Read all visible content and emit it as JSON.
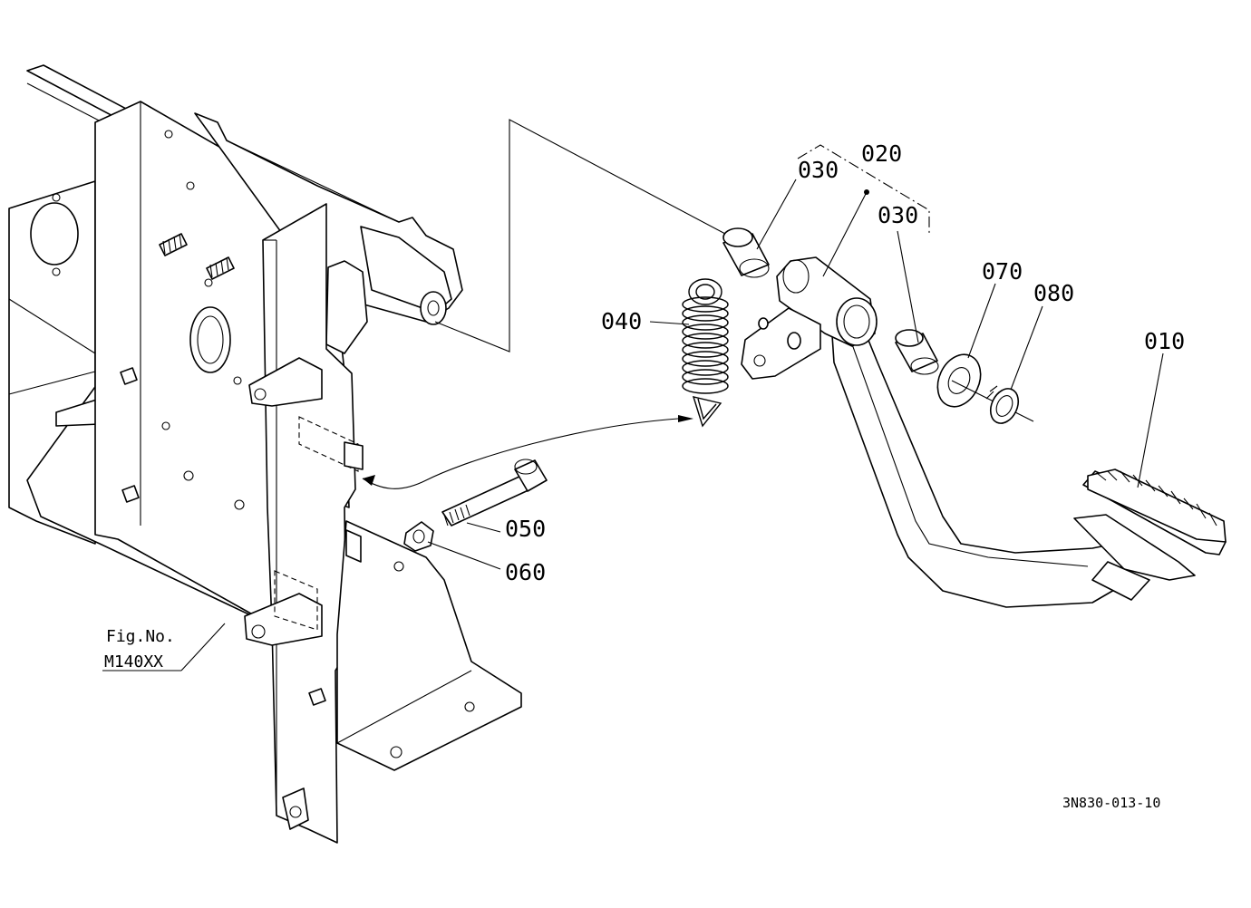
{
  "callouts": {
    "p010": "010",
    "p020": "020",
    "p030a": "030",
    "p030b": "030",
    "p040": "040",
    "p050": "050",
    "p060": "060",
    "p070": "070",
    "p080": "080"
  },
  "figure_ref": {
    "line1": "Fig.No.",
    "line2": "M140XX"
  },
  "document_number": "3N830-013-10"
}
